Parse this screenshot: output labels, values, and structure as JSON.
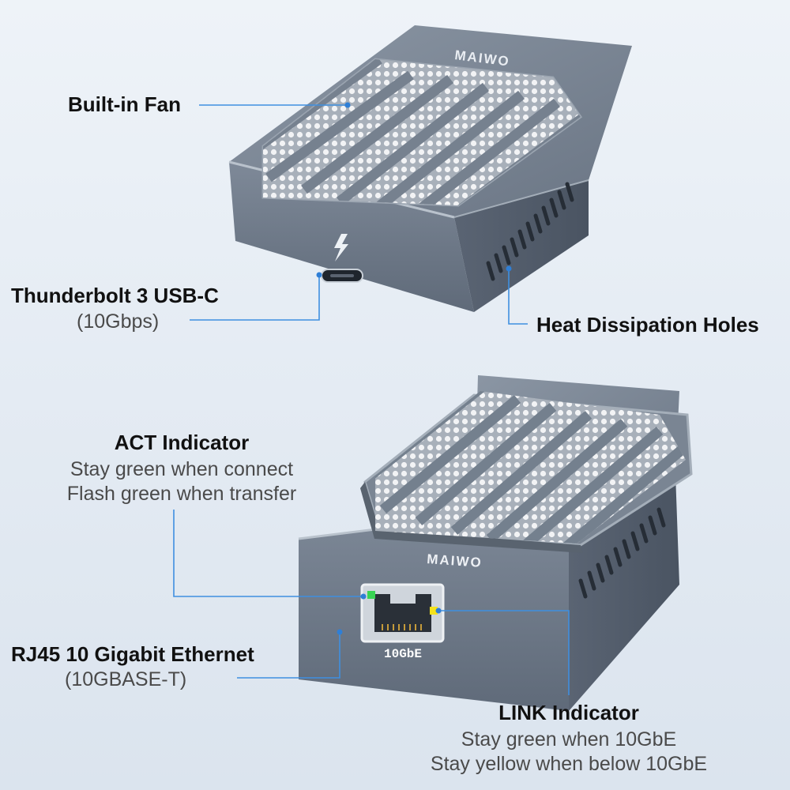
{
  "brand": "MAIWO",
  "port_label": "10GbE",
  "callouts": {
    "fan": {
      "title": "Built-in Fan"
    },
    "usb_c": {
      "title": "Thunderbolt 3 USB-C",
      "detail": "(10Gbps)"
    },
    "heat": {
      "title": "Heat Dissipation Holes"
    },
    "act": {
      "title": "ACT Indicator",
      "line1": "Stay green when connect",
      "line2": "Flash green when transfer"
    },
    "rj45": {
      "title": "RJ45 10 Gigabit Ethernet",
      "detail": "(10GBASE-T)"
    },
    "link": {
      "title": "LINK Indicator",
      "line1": "Stay green when 10GbE",
      "line2": "Stay yellow when below 10GbE"
    }
  },
  "colors": {
    "background": "#e6edf5",
    "body": "#6e7a89",
    "leader_line": "#3f8fe0",
    "act_led": "#39d353",
    "link_led": "#f5e21b"
  },
  "icons": [
    "thunderbolt-icon",
    "usb-c-port-icon",
    "rj45-port-icon"
  ]
}
